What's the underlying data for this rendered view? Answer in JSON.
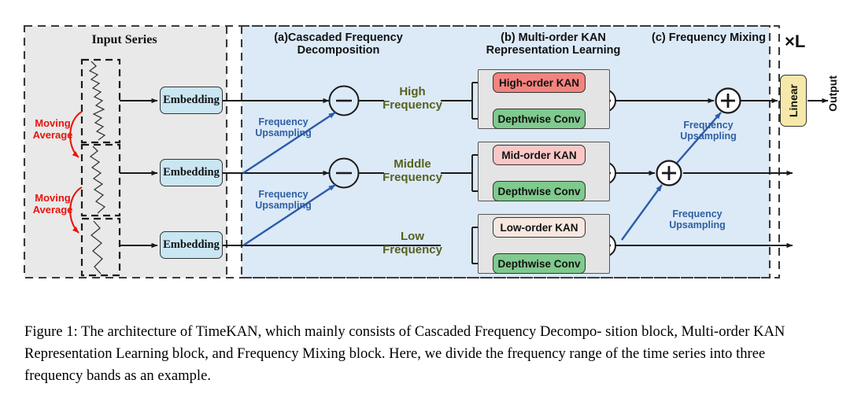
{
  "figure": {
    "outer_border": "dashed",
    "repeat_label": "×L",
    "panels": {
      "input": {
        "title": "Input Series",
        "background": "#e9e9e9"
      },
      "decomposition": {
        "title_line1": "(a)Cascaded Frequency",
        "title_line2": "Decomposition",
        "background": "#dce9f7"
      },
      "kan": {
        "title_line1": "(b) Multi-order KAN",
        "title_line2": "Representation Learning"
      },
      "mixing": {
        "title": "(c) Frequency Mixing"
      }
    },
    "moving_average_labels": [
      {
        "line1": "Moving",
        "line2": "Average"
      },
      {
        "line1": "Moving",
        "line2": "Average"
      }
    ],
    "embedding_labels": [
      "Embedding",
      "Embedding",
      "Embedding"
    ],
    "frequency_bands": [
      {
        "line1": "High",
        "line2": "Frequency"
      },
      {
        "line1": "Middle",
        "line2": "Frequency"
      },
      {
        "line1": "Low",
        "line2": "Frequency"
      }
    ],
    "upsampling_labels": [
      {
        "line1": "Frequency",
        "line2": "Upsampling"
      },
      {
        "line1": "Frequency",
        "line2": "Upsampling"
      },
      {
        "line1": "Frequency",
        "line2": "Upsampling"
      },
      {
        "line1": "Frequency",
        "line2": "Upsampling"
      }
    ],
    "kan_rows": [
      {
        "kan_label": "High-order KAN",
        "conv_label": "Depthwise  Conv",
        "kan_color": "#f4837e"
      },
      {
        "kan_label": "Mid-order KAN",
        "conv_label": "Depthwise  Conv",
        "kan_color": "#fac7c7"
      },
      {
        "kan_label": "Low-order KAN",
        "conv_label": "Depthwise  Conv",
        "kan_color": "#f6e8e1"
      }
    ],
    "conv_color": "#7fca8e",
    "embedding_color": "#c9e6f2",
    "linear": {
      "label": "Linear",
      "color": "#f6e8a8"
    },
    "output_label": "Output",
    "operators": {
      "subtract": "−",
      "add": "+"
    },
    "colors": {
      "arrow_black": "#1a1a1a",
      "arrow_blue": "#2b5ba8",
      "moving_average_red": "#e8140c",
      "frequency_text": "#55611f",
      "upsampling_text": "#2e5fa3"
    }
  },
  "caption": {
    "line1": "Figure 1: The architecture of TimeKAN, which mainly consists of Cascaded Frequency Decompo-",
    "line2": "sition block, Multi-order KAN Representation Learning block, and Frequency Mixing block. Here,",
    "line3": "we divide the frequency range of the time series into three frequency bands as an example."
  }
}
